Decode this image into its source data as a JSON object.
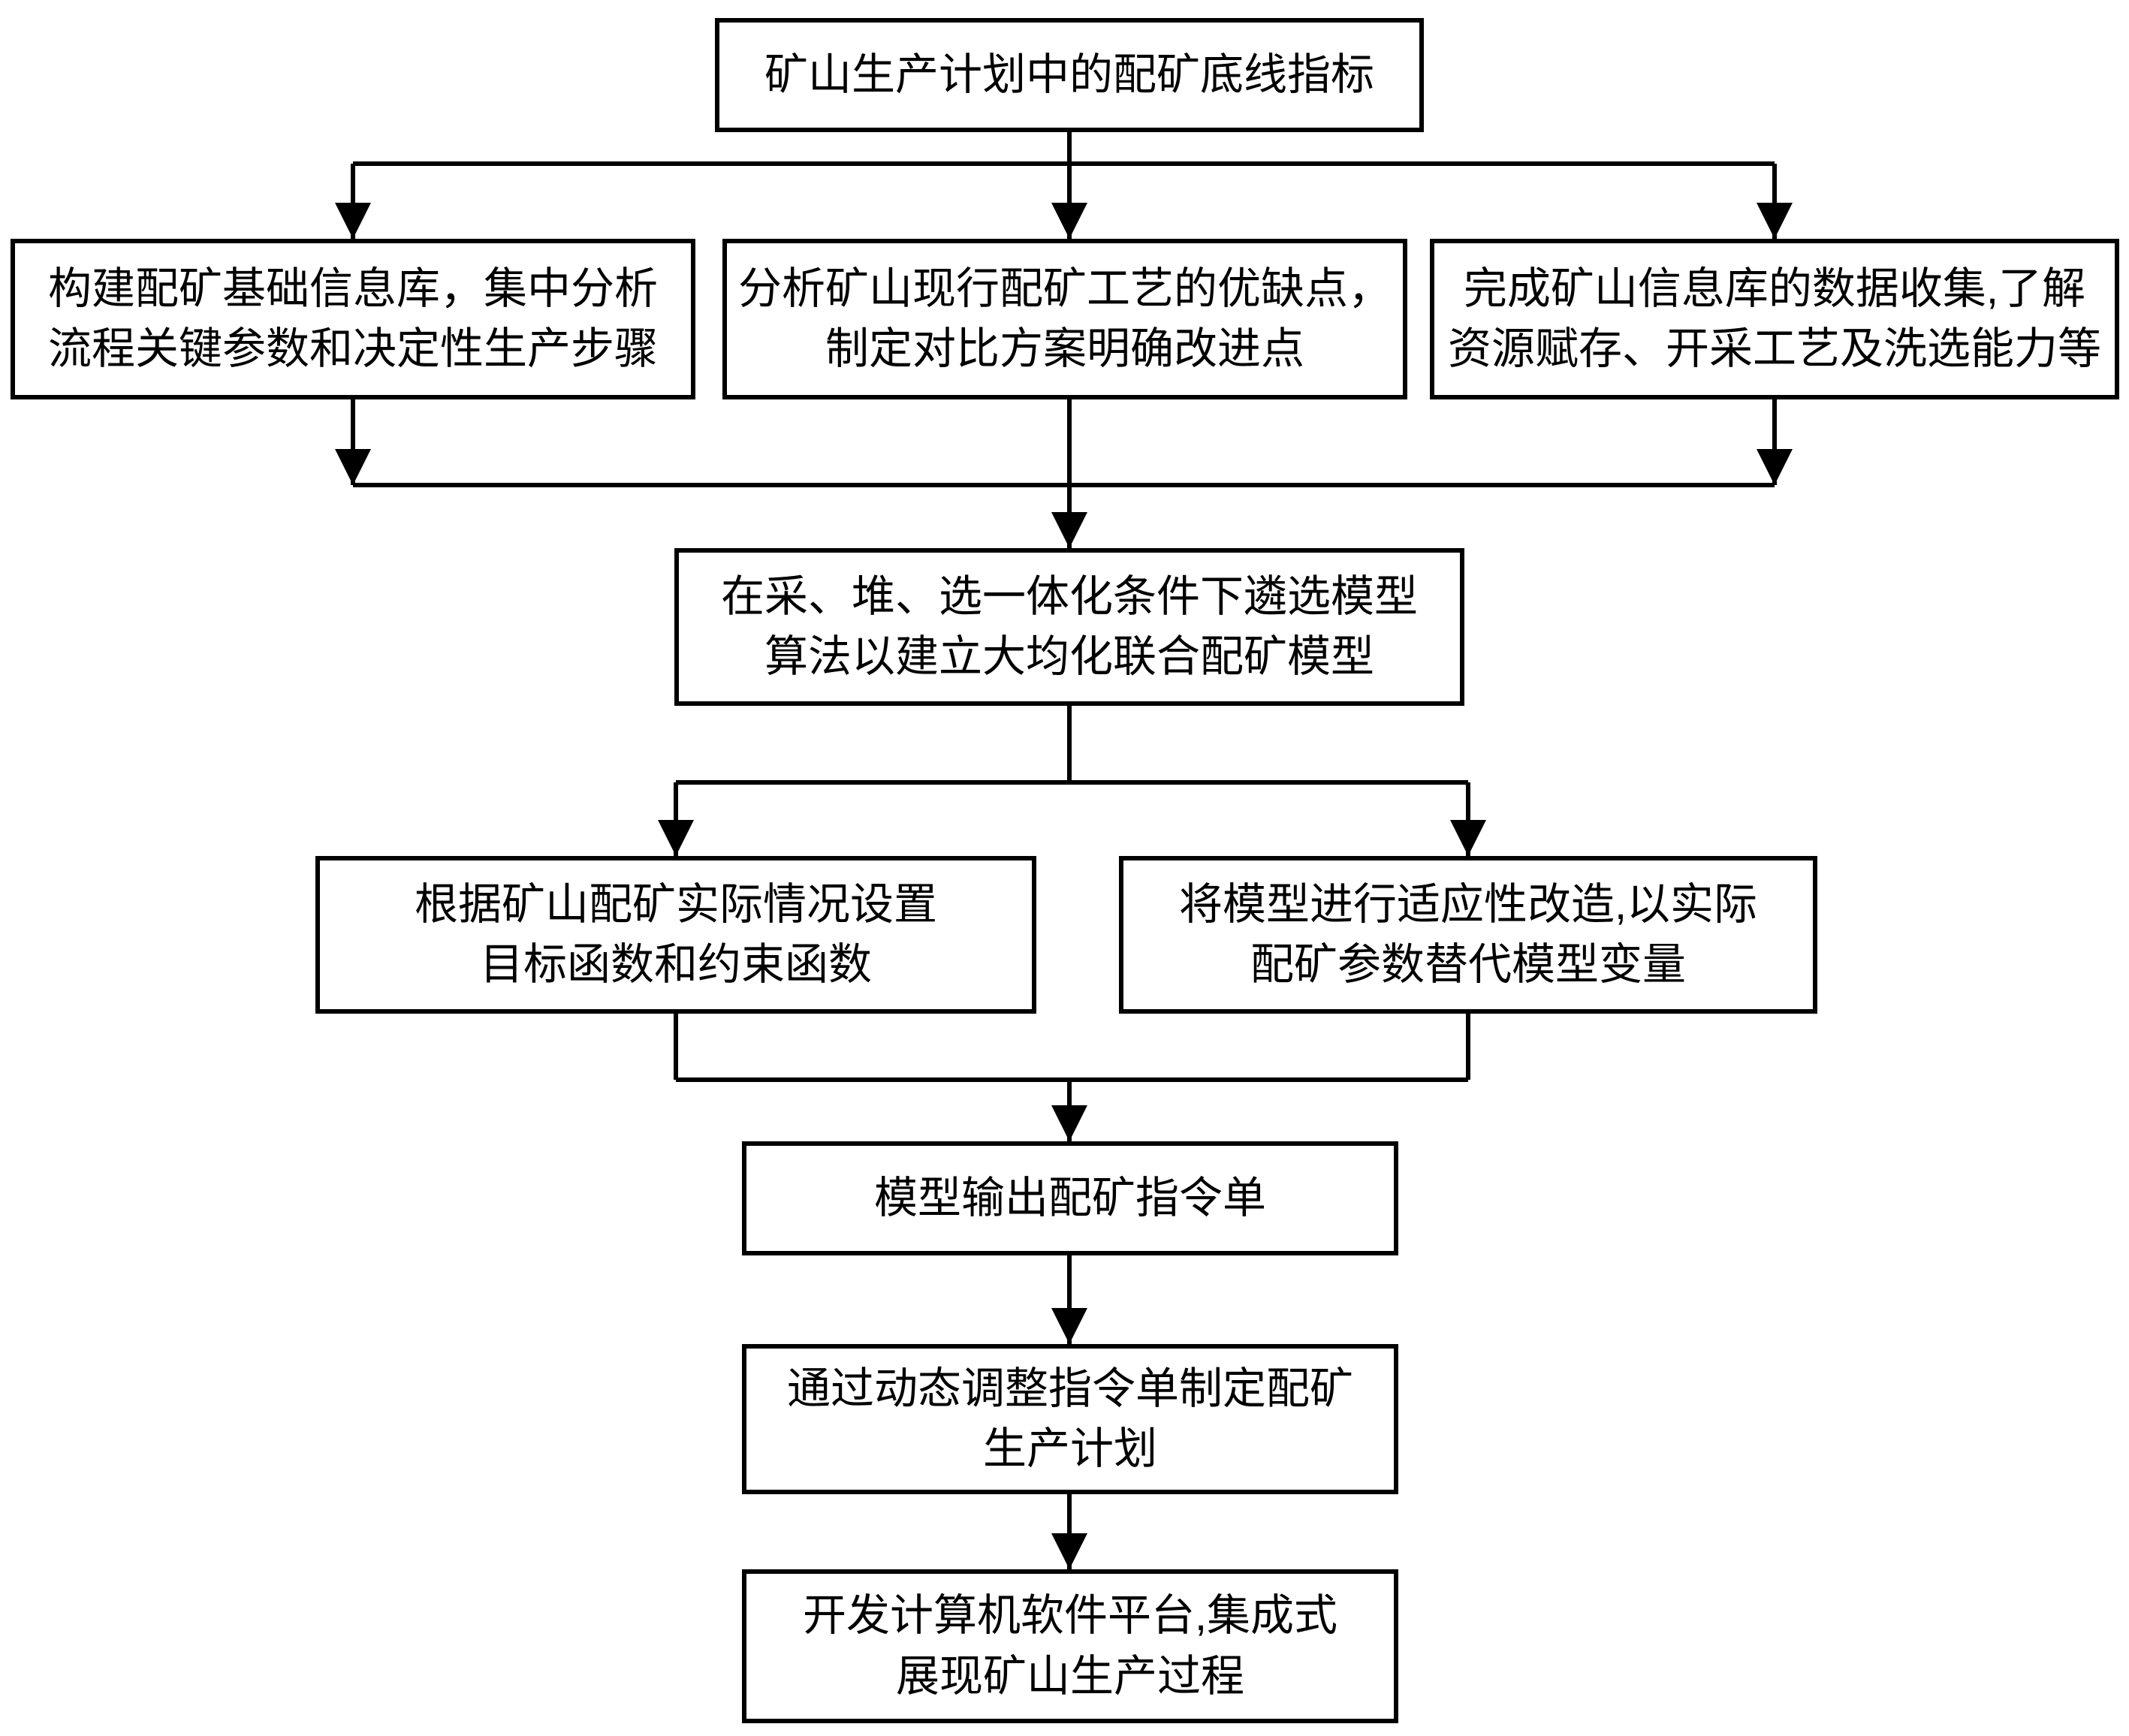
{
  "diagram": {
    "colors": {
      "line": "#000000",
      "box_border": "#000000",
      "background": "#ffffff",
      "text": "#000000"
    },
    "nodes": {
      "top": {
        "label": "矿山生产计划中的配矿底线指标"
      },
      "branch_left": {
        "label": "构建配矿基础信息库，集中分析\n流程关键参数和决定性生产步骤"
      },
      "branch_mid": {
        "label": "分析矿山现行配矿工艺的优缺点，\n制定对比方案明确改进点"
      },
      "branch_right": {
        "label": "完成矿山信息库的数据收集,了解\n资源赋存、开采工艺及洗选能力等"
      },
      "model": {
        "label": "在采、堆、选一体化条件下遴选模型\n算法以建立大均化联合配矿模型"
      },
      "objective": {
        "label": "根据矿山配矿实际情况设置\n目标函数和约束函数"
      },
      "adapt": {
        "label": "将模型进行适应性改造,以实际\n配矿参数替代模型变量"
      },
      "output": {
        "label": "模型输出配矿指令单"
      },
      "plan": {
        "label": "通过动态调整指令单制定配矿\n生产计划"
      },
      "software": {
        "label": "开发计算机软件平台,集成式\n展现矿山生产过程"
      }
    }
  }
}
